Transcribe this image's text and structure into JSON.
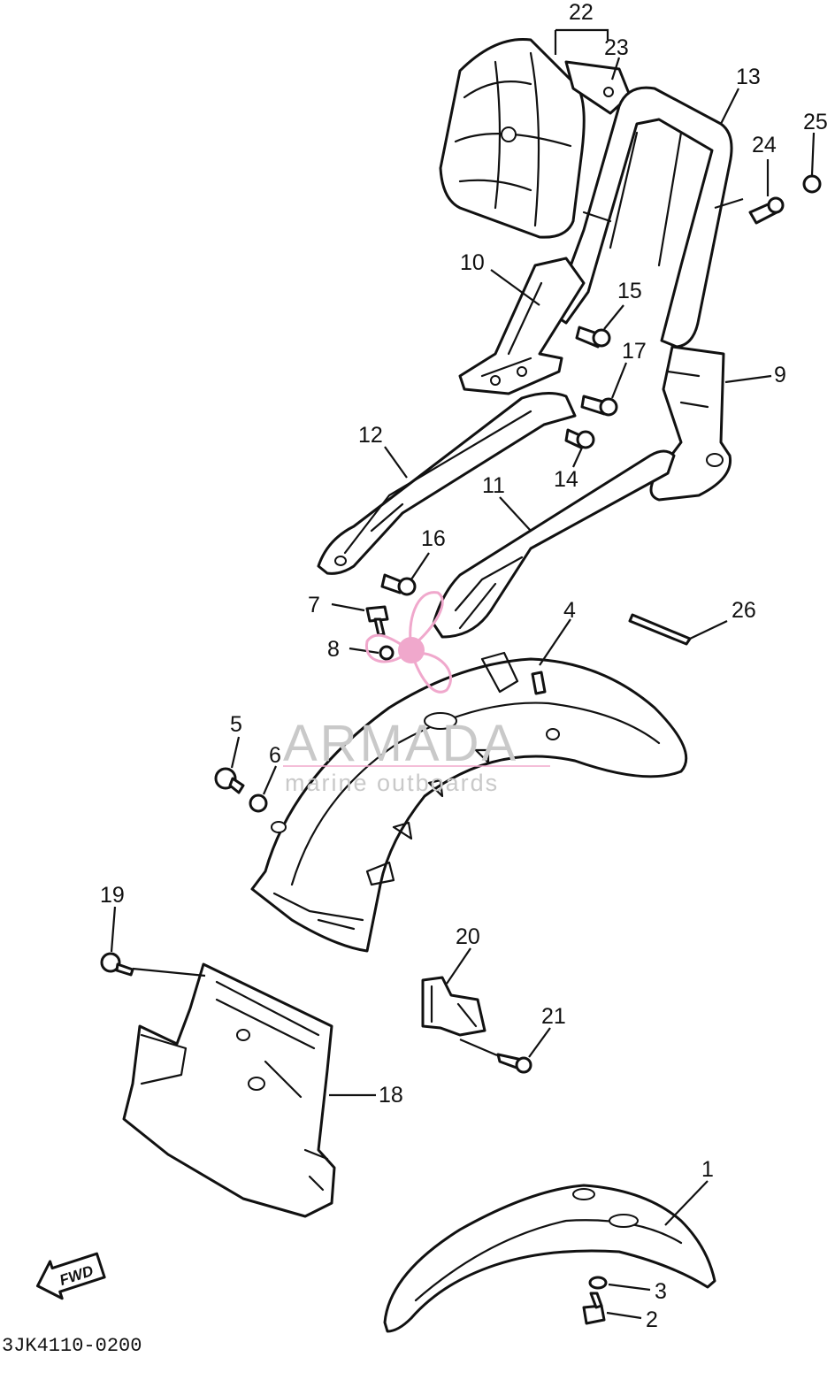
{
  "watermark": {
    "brand": "ARMADA",
    "tagline": "marine outboards",
    "logo_color": "#f0a8cc"
  },
  "diagram_code": "3JK4110-0200",
  "fwd_label": "FWD",
  "callouts": [
    "1",
    "2",
    "3",
    "4",
    "5",
    "6",
    "7",
    "8",
    "9",
    "10",
    "11",
    "12",
    "13",
    "14",
    "15",
    "16",
    "17",
    "18",
    "19",
    "20",
    "21",
    "22",
    "23",
    "24",
    "25",
    "26"
  ],
  "colors": {
    "ink": "#111111",
    "paper": "#ffffff",
    "watermark_text": "#c9c9c9"
  }
}
